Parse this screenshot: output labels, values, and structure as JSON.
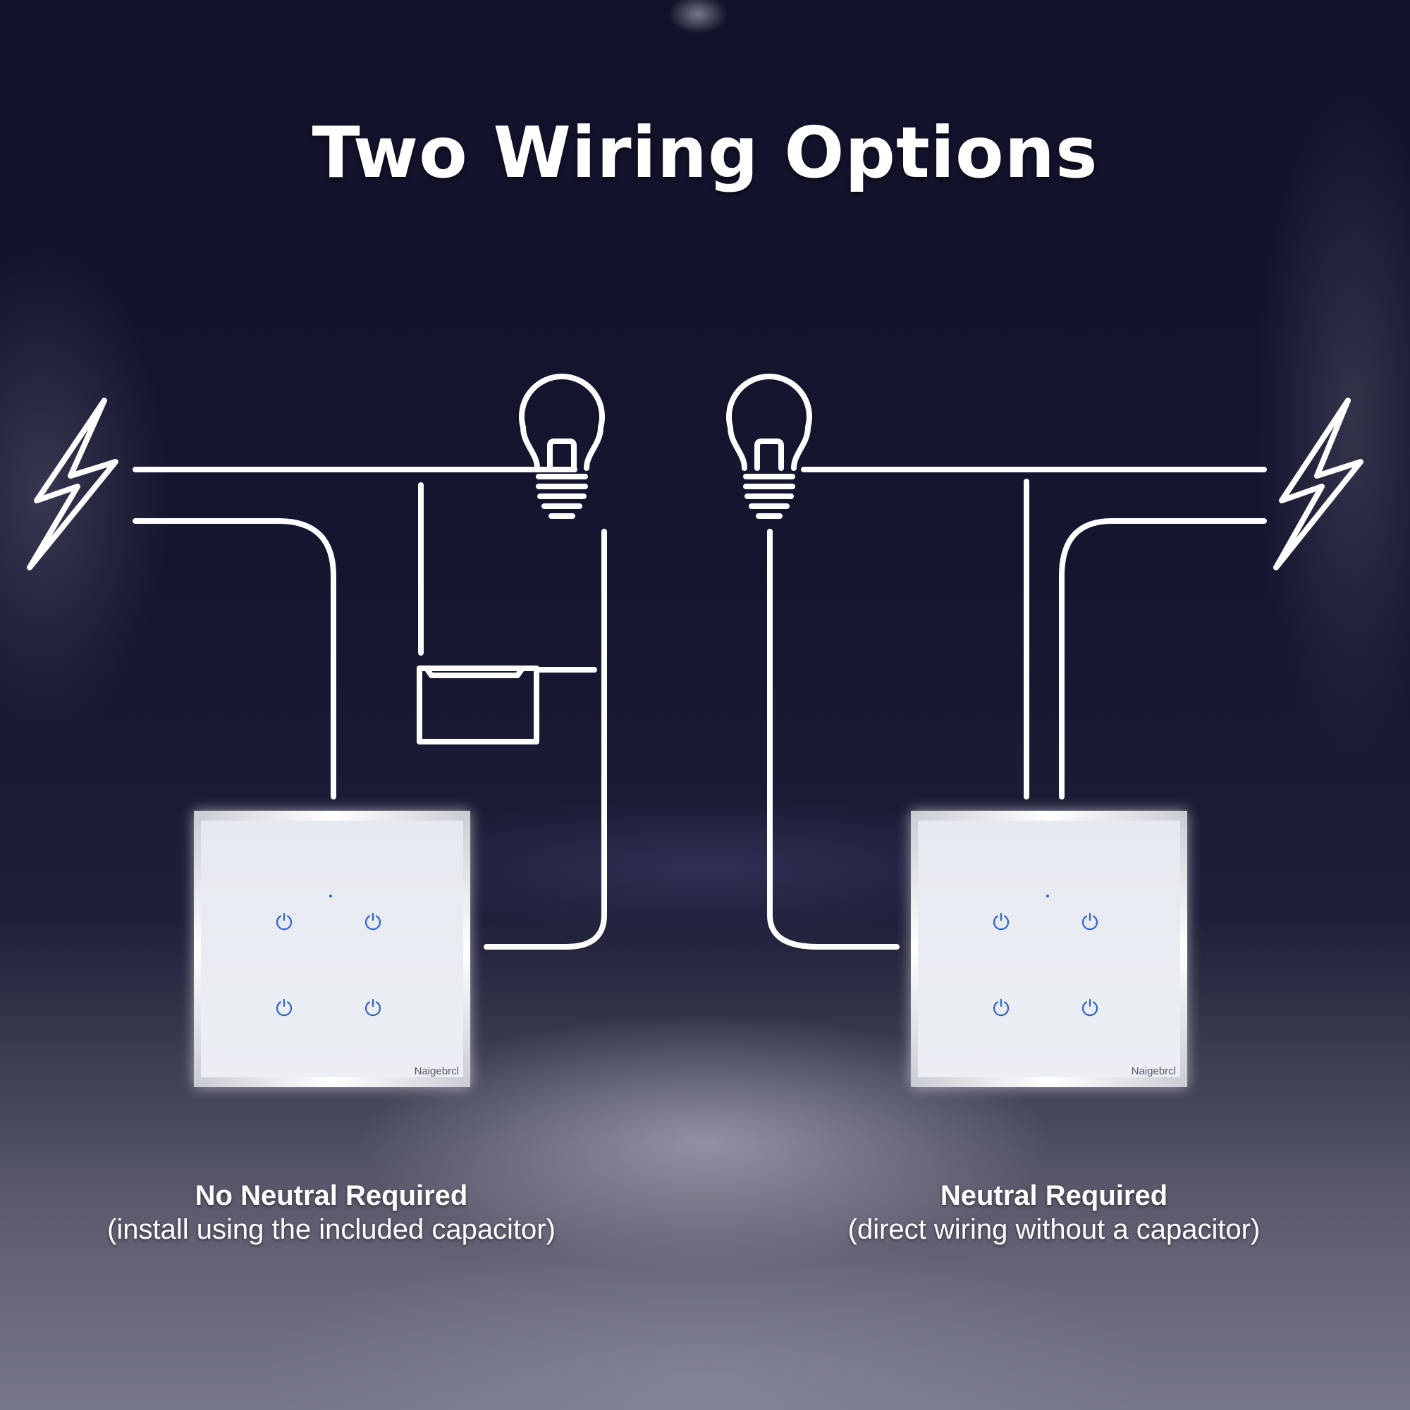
{
  "title": "Two Wiring Options",
  "left_option": {
    "heading": "No Neutral Required",
    "detail": "(install using the included capacitor)",
    "brand": "Naigebrcl"
  },
  "right_option": {
    "heading": "Neutral Required",
    "detail": "(direct wiring without a capacitor)",
    "brand": "Naigebrcl"
  },
  "colors": {
    "wire": "#ffffff",
    "touch_button": "#2f62c8",
    "panel": "#eceff4"
  },
  "icons": [
    "lightning-bolt-icon",
    "light-bulb-icon",
    "capacitor-icon",
    "power-button-icon"
  ]
}
